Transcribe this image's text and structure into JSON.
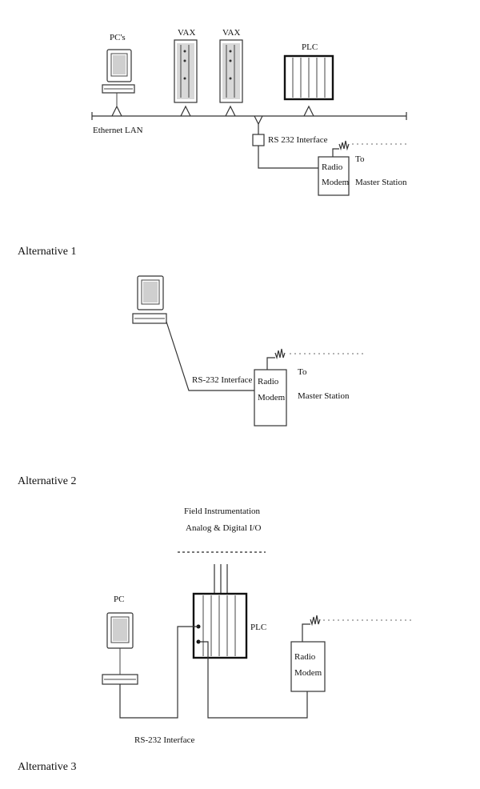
{
  "top": {
    "pcs_label": "PC's",
    "vax1_label": "VAX",
    "vax2_label": "VAX",
    "plc_label": "PLC",
    "lan_label": "Ethernet LAN",
    "interface_label": "RS 232 Interface",
    "modem_line1": "Radio",
    "modem_line2": "Modem",
    "to_line1": "To",
    "to_line2": "Master Station"
  },
  "alt1": {
    "caption": "Alternative 1",
    "interface_label": "RS-232 Interface",
    "modem_line1": "Radio",
    "modem_line2": "Modem",
    "to_line1": "To",
    "to_line2": "Master Station"
  },
  "alt2": {
    "caption": "Alternative 2",
    "field_line1": "Field Instrumentation",
    "field_line2": "Analog & Digital I/O",
    "pc_label": "PC",
    "plc_label": "PLC",
    "modem_line1": "Radio",
    "modem_line2": "Modem",
    "interface_label": "RS-232 Interface"
  },
  "alt3": {
    "caption": "Alternative 3"
  },
  "colors": {
    "line": "#333333",
    "text": "#111111",
    "background": "#ffffff"
  }
}
